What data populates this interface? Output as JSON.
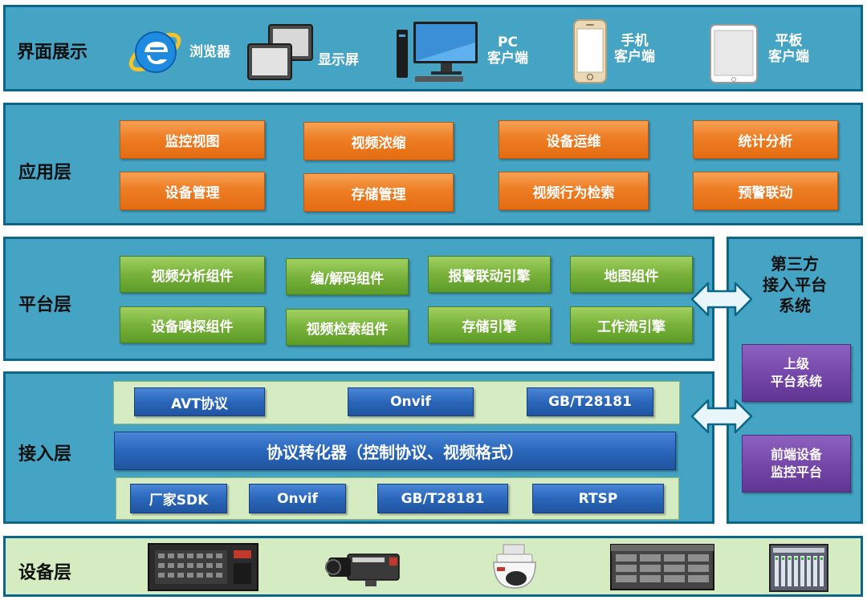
{
  "layers": {
    "ui": {
      "title": "界面展示",
      "items": [
        {
          "icon": "ie-browser-icon",
          "label": "浏览器"
        },
        {
          "icon": "display-screen-icon",
          "label": "显示屏"
        },
        {
          "icon": "pc-icon",
          "label_lines": [
            "PC",
            "客户端"
          ]
        },
        {
          "icon": "smartphone-icon",
          "label_lines": [
            "手机",
            "客户端"
          ]
        },
        {
          "icon": "tablet-icon",
          "label_lines": [
            "平板",
            "客户端"
          ]
        }
      ]
    },
    "application": {
      "title": "应用层",
      "buttons": [
        "监控视图",
        "视频浓缩",
        "设备运维",
        "统计分析",
        "设备管理",
        "存储管理",
        "视频行为检索",
        "预警联动"
      ]
    },
    "platform": {
      "title": "平台层",
      "buttons": [
        "视频分析组件",
        "编/解码组件",
        "报警联动引擎",
        "地图组件",
        "设备嗅探组件",
        "视频检索组件",
        "存储引擎",
        "工作流引擎"
      ]
    },
    "access": {
      "title": "接入层",
      "top_protocols": [
        "AVT协议",
        "Onvif",
        "GB/T28181"
      ],
      "converter": "协议转化器（控制协议、视频格式）",
      "bottom_protocols": [
        "厂家SDK",
        "Onvif",
        "GB/T28181",
        "RTSP"
      ]
    },
    "device": {
      "title": "设备层",
      "devices": [
        "dvr-recorder-icon",
        "box-camera-icon",
        "dome-camera-icon",
        "storage-server-icon",
        "encoder-chassis-icon"
      ]
    }
  },
  "third_party": {
    "title_lines": [
      "第三方",
      "接入平台",
      "系统"
    ],
    "systems": [
      {
        "lines": [
          "上级",
          "平台系统"
        ]
      },
      {
        "lines": [
          "前端设备",
          "监控平台"
        ]
      }
    ]
  },
  "colors": {
    "layer_fill": "#45a3c4",
    "layer_border": "#0b6687",
    "orange": "#ee7d23",
    "green": "#78b23a",
    "blue": "#2a66bb",
    "purple": "#7446a8",
    "device_fill": "#d5ebc2"
  }
}
